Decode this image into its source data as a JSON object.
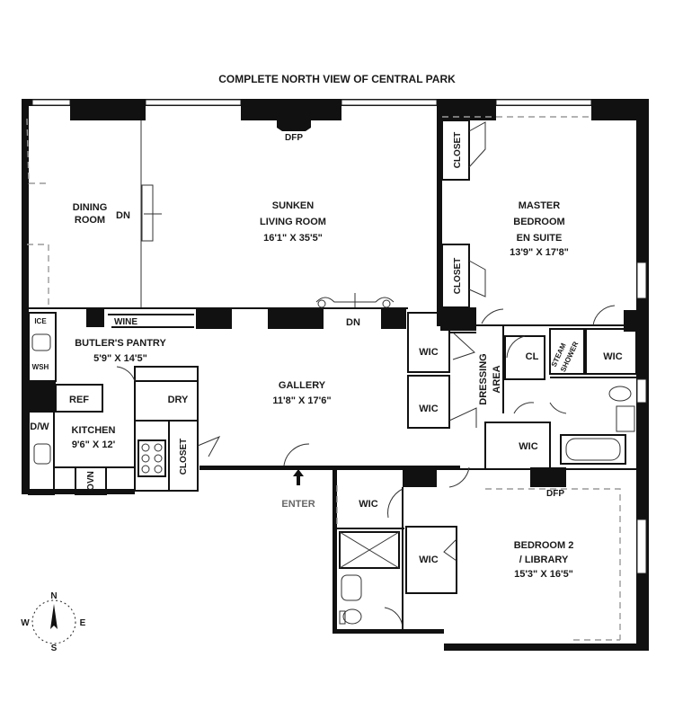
{
  "header": {
    "title": "COMPLETE NORTH VIEW OF CENTRAL PARK"
  },
  "rooms": {
    "dining": {
      "line1": "DINING",
      "line2": "ROOM"
    },
    "living": {
      "line1": "SUNKEN",
      "line2": "LIVING ROOM",
      "size": "16'1\" X 35'5\""
    },
    "master": {
      "line1": "MASTER",
      "line2": "BEDROOM",
      "line3": "EN SUITE",
      "size": "13'9\" X 17'8\""
    },
    "pantry": {
      "name": "BUTLER'S PANTRY",
      "size": "5'9\" X 14'5\""
    },
    "gallery": {
      "name": "GALLERY",
      "size": "11'8\" X 17'6\""
    },
    "kitchen": {
      "name": "KITCHEN",
      "size": "9'6\" X 12'"
    },
    "dressing": {
      "line1": "DRESSING",
      "line2": "AREA"
    },
    "bedroom2": {
      "line1": "BEDROOM 2",
      "line2": "/ LIBRARY",
      "size": "15'3\" X 16'5\""
    }
  },
  "labels": {
    "dfp": "DFP",
    "dn": "DN",
    "closet": "CLOSET",
    "wic": "WIC",
    "cl": "CL",
    "wine": "WINE",
    "ice": "ICE",
    "wsh": "WSH",
    "ref": "REF",
    "dry": "DRY",
    "dw": "D/W",
    "ovn": "OVN",
    "steam": "STEAM",
    "shower": "SHOWER",
    "enter": "ENTER"
  },
  "compass": {
    "n": "N",
    "s": "S",
    "e": "E",
    "w": "W"
  }
}
